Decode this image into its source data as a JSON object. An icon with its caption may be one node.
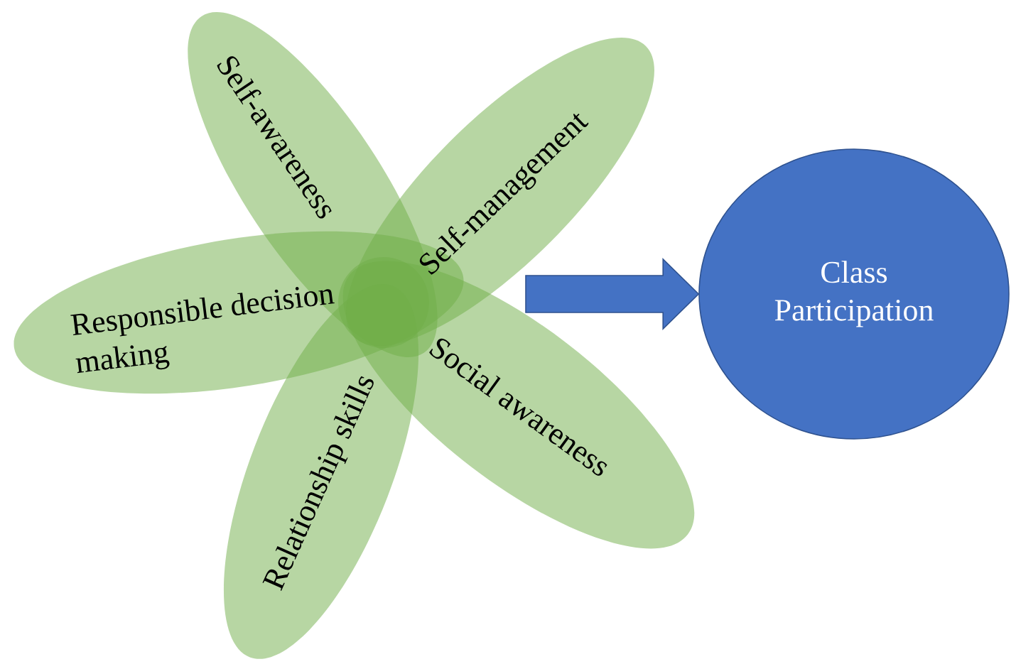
{
  "diagram": {
    "nodes": [
      {
        "text": [
          "Self-awareness"
        ]
      },
      {
        "text": [
          "Self-management"
        ]
      },
      {
        "text": [
          "Responsible decision making"
        ]
      },
      {
        "text": [
          "Social awareness"
        ]
      },
      {
        "text": [
          "Relationship skills"
        ]
      },
      {
        "text": [
          "Class Participation"
        ]
      }
    ],
    "edges": [
      {
        "from": null,
        "to": 5,
        "arrow": "to"
      }
    ]
  }
}
